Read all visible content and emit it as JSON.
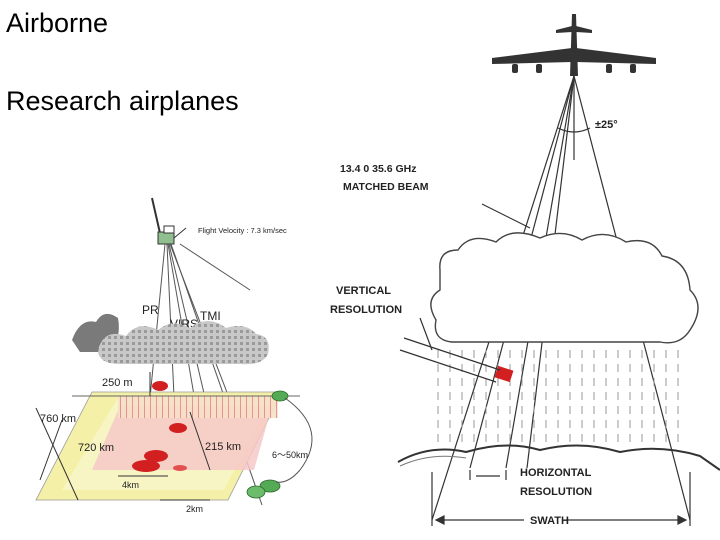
{
  "slide": {
    "heading": "Airborne",
    "subheading": "Research airplanes"
  },
  "left_diagram": {
    "flight_velocity": "Flight Velocity : 7.3 km/sec",
    "instruments": [
      "PR",
      "VIRS",
      "TMI"
    ],
    "height_label": "250 m",
    "swath_outer": "760 km",
    "swath_inner": "720 km",
    "swath_pr": "215 km",
    "footprint_small": "4km",
    "footprint_tiny": "2km",
    "footprint_range": "6〜50km"
  },
  "right_diagram": {
    "beam_angle": "±25°",
    "beam_label_line1": "13.4 0 35.6 GHz",
    "beam_label_line2": "MATCHED BEAM",
    "vertical_line1": "VERTICAL",
    "vertical_line2": "RESOLUTION",
    "horizontal_line1": "HORIZONTAL",
    "horizontal_line2": "RESOLUTION",
    "swath": "SWATH"
  },
  "colors": {
    "cloud_dark": "#6e6e6e",
    "cloud_light": "#cfcfcf",
    "swath_yellow": "#f2ef9a",
    "swath_pink": "#f4b8b8",
    "rain_red": "#d22020",
    "ellipse_green": "#3c9a3c"
  }
}
